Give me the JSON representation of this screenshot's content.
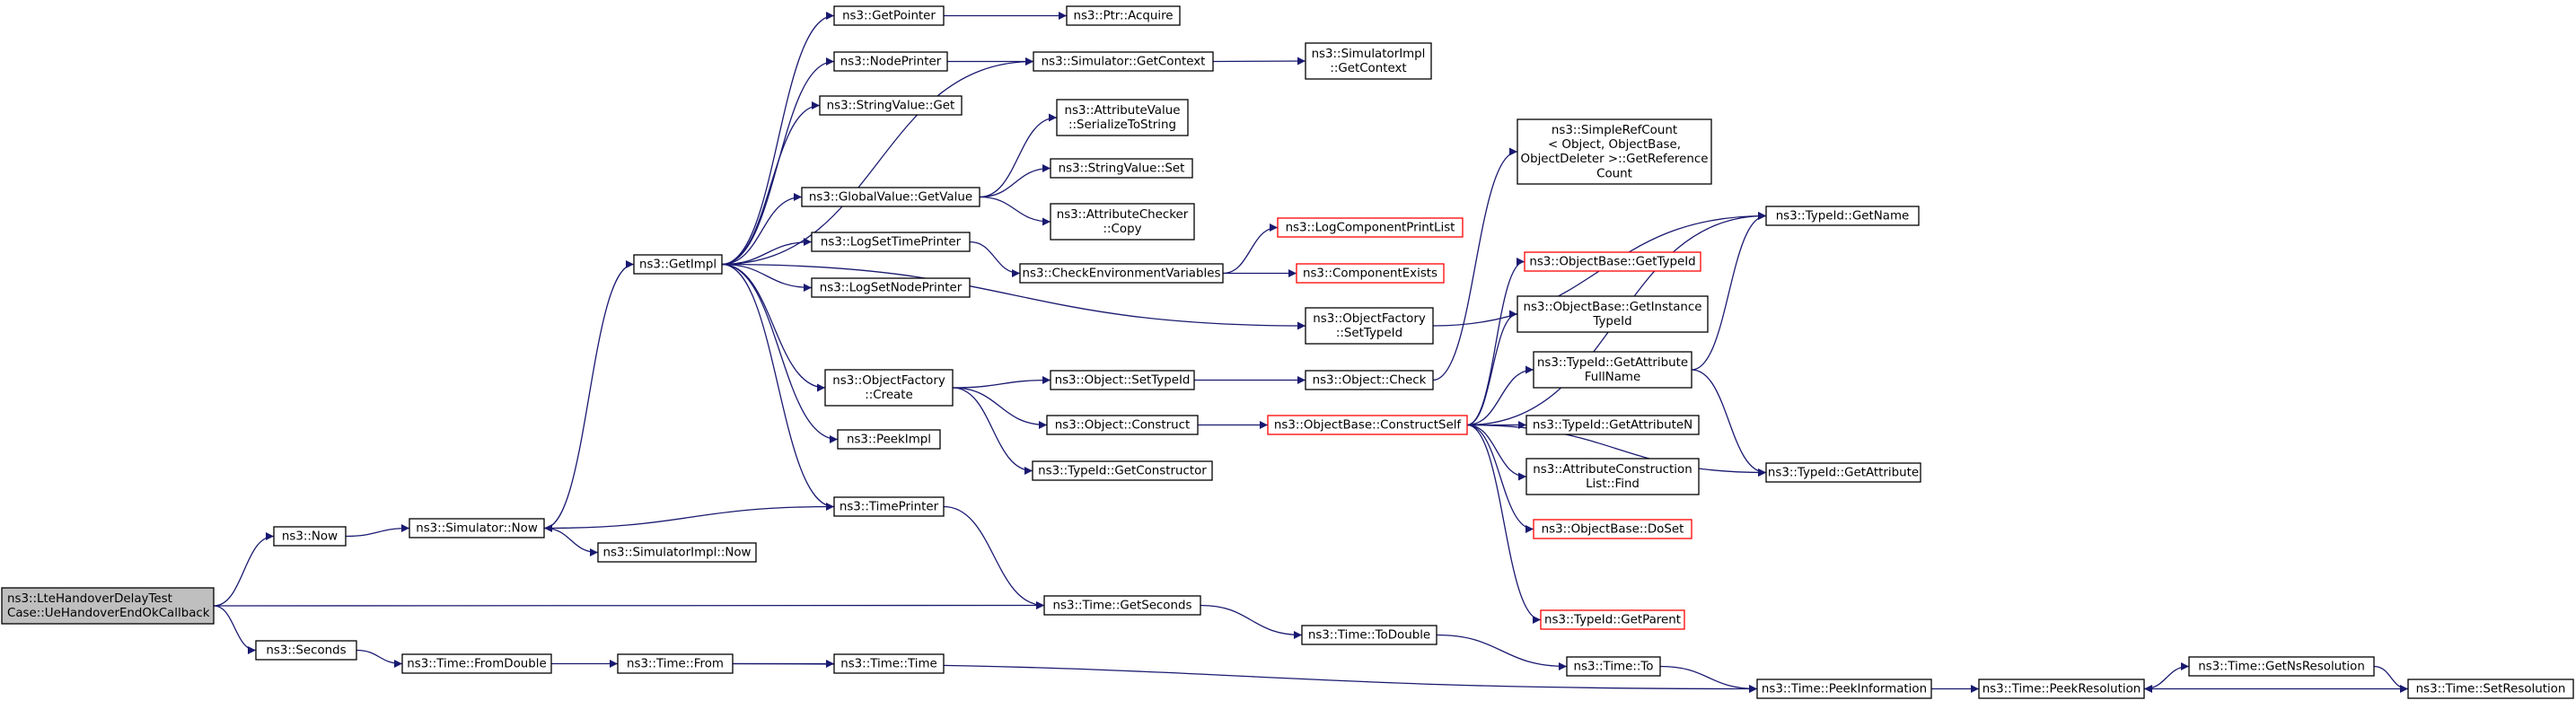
{
  "graph": {
    "edge_color": "#191970",
    "root_fill": "#bfbfbf",
    "missing_border_color": "#ff0000",
    "nodes": [
      {
        "id": "root",
        "lines": [
          "ns3::LteHandoverDelayTest",
          "Case::UeHandoverEndOkCallback"
        ],
        "style": "root"
      },
      {
        "id": "now",
        "lines": [
          "ns3::Now"
        ]
      },
      {
        "id": "simnow",
        "lines": [
          "ns3::Simulator::Now"
        ]
      },
      {
        "id": "getimpl",
        "lines": [
          "ns3::GetImpl"
        ]
      },
      {
        "id": "getpointer",
        "lines": [
          "ns3::GetPointer"
        ]
      },
      {
        "id": "ptracquire",
        "lines": [
          "ns3::Ptr::Acquire"
        ]
      },
      {
        "id": "nodeprinter",
        "lines": [
          "ns3::NodePrinter"
        ]
      },
      {
        "id": "simgetcontext",
        "lines": [
          "ns3::Simulator::GetContext"
        ]
      },
      {
        "id": "simimplgetcontext",
        "lines": [
          "ns3::SimulatorImpl",
          "::GetContext"
        ]
      },
      {
        "id": "stringvalueget",
        "lines": [
          "ns3::StringValue::Get"
        ]
      },
      {
        "id": "attrvalser",
        "lines": [
          "ns3::AttributeValue",
          "::SerializeToString"
        ]
      },
      {
        "id": "stringvalueset",
        "lines": [
          "ns3::StringValue::Set"
        ]
      },
      {
        "id": "globalgetvalue",
        "lines": [
          "ns3::GlobalValue::GetValue"
        ]
      },
      {
        "id": "attrcheckercopy",
        "lines": [
          "ns3::AttributeChecker",
          "::Copy"
        ]
      },
      {
        "id": "logsettimeprinter",
        "lines": [
          "ns3::LogSetTimePrinter"
        ]
      },
      {
        "id": "checkenv",
        "lines": [
          "ns3::CheckEnvironmentVariables"
        ]
      },
      {
        "id": "logcompprintlist",
        "lines": [
          "ns3::LogComponentPrintList"
        ],
        "style": "red"
      },
      {
        "id": "compexists",
        "lines": [
          "ns3::ComponentExists"
        ],
        "style": "red"
      },
      {
        "id": "logsetnodeprinter",
        "lines": [
          "ns3::LogSetNodePrinter"
        ]
      },
      {
        "id": "objfactorysettypeid",
        "lines": [
          "ns3::ObjectFactory",
          "::SetTypeId"
        ]
      },
      {
        "id": "simplerefcount",
        "lines": [
          "ns3::SimpleRefCount",
          "< Object, ObjectBase,",
          "ObjectDeleter >::GetReference",
          "Count"
        ]
      },
      {
        "id": "typeidgetname",
        "lines": [
          "ns3::TypeId::GetName"
        ]
      },
      {
        "id": "objfactorycreate",
        "lines": [
          "ns3::ObjectFactory",
          "::Create"
        ]
      },
      {
        "id": "objectsettypeid",
        "lines": [
          "ns3::Object::SetTypeId"
        ]
      },
      {
        "id": "objectcheck",
        "lines": [
          "ns3::Object::Check"
        ]
      },
      {
        "id": "objectconstruct",
        "lines": [
          "ns3::Object::Construct"
        ]
      },
      {
        "id": "objbaseconstructself",
        "lines": [
          "ns3::ObjectBase::ConstructSelf"
        ],
        "style": "red"
      },
      {
        "id": "objbasegettypeid",
        "lines": [
          "ns3::ObjectBase::GetTypeId"
        ],
        "style": "red"
      },
      {
        "id": "objbasegetinstance",
        "lines": [
          "ns3::ObjectBase::GetInstance",
          "TypeId"
        ]
      },
      {
        "id": "typeidgetattrfull",
        "lines": [
          "ns3::TypeId::GetAttribute",
          "FullName"
        ]
      },
      {
        "id": "typeidgetattrn",
        "lines": [
          "ns3::TypeId::GetAttributeN"
        ]
      },
      {
        "id": "attrconstrfind",
        "lines": [
          "ns3::AttributeConstruction",
          "List::Find"
        ]
      },
      {
        "id": "typeidgetattr",
        "lines": [
          "ns3::TypeId::GetAttribute"
        ]
      },
      {
        "id": "objbasedoset",
        "lines": [
          "ns3::ObjectBase::DoSet"
        ],
        "style": "red"
      },
      {
        "id": "typeidgetparent",
        "lines": [
          "ns3::TypeId::GetParent"
        ],
        "style": "red"
      },
      {
        "id": "peekimpl",
        "lines": [
          "ns3::PeekImpl"
        ]
      },
      {
        "id": "typeidgetconstructor",
        "lines": [
          "ns3::TypeId::GetConstructor"
        ]
      },
      {
        "id": "timeprinter",
        "lines": [
          "ns3::TimePrinter"
        ]
      },
      {
        "id": "simimplnow",
        "lines": [
          "ns3::SimulatorImpl::Now"
        ]
      },
      {
        "id": "timegetseconds",
        "lines": [
          "ns3::Time::GetSeconds"
        ]
      },
      {
        "id": "timetodouble",
        "lines": [
          "ns3::Time::ToDouble"
        ]
      },
      {
        "id": "timeto",
        "lines": [
          "ns3::Time::To"
        ]
      },
      {
        "id": "timepeekinfo",
        "lines": [
          "ns3::Time::PeekInformation"
        ]
      },
      {
        "id": "timepeekres",
        "lines": [
          "ns3::Time::PeekResolution"
        ]
      },
      {
        "id": "timegetnsres",
        "lines": [
          "ns3::Time::GetNsResolution"
        ]
      },
      {
        "id": "timesetres",
        "lines": [
          "ns3::Time::SetResolution"
        ]
      },
      {
        "id": "seconds",
        "lines": [
          "ns3::Seconds"
        ]
      },
      {
        "id": "timefromdouble",
        "lines": [
          "ns3::Time::FromDouble"
        ]
      },
      {
        "id": "timefrom",
        "lines": [
          "ns3::Time::From"
        ]
      },
      {
        "id": "timetime",
        "lines": [
          "ns3::Time::Time"
        ]
      }
    ],
    "edges": [
      [
        "root",
        "now"
      ],
      [
        "root",
        "timegetseconds"
      ],
      [
        "root",
        "seconds"
      ],
      [
        "now",
        "simnow"
      ],
      [
        "simnow",
        "getimpl"
      ],
      [
        "simnow",
        "simimplnow"
      ],
      [
        "getimpl",
        "getpointer"
      ],
      [
        "getimpl",
        "nodeprinter"
      ],
      [
        "getimpl",
        "simgetcontext"
      ],
      [
        "getimpl",
        "stringvalueget"
      ],
      [
        "getimpl",
        "globalgetvalue"
      ],
      [
        "getimpl",
        "logsettimeprinter"
      ],
      [
        "getimpl",
        "logsetnodeprinter"
      ],
      [
        "getimpl",
        "objfactorysettypeid"
      ],
      [
        "getimpl",
        "objfactorycreate"
      ],
      [
        "getimpl",
        "peekimpl"
      ],
      [
        "getimpl",
        "timeprinter"
      ],
      [
        "getpointer",
        "ptracquire"
      ],
      [
        "nodeprinter",
        "simgetcontext"
      ],
      [
        "simgetcontext",
        "simimplgetcontext"
      ],
      [
        "globalgetvalue",
        "attrvalser"
      ],
      [
        "globalgetvalue",
        "stringvalueset"
      ],
      [
        "globalgetvalue",
        "attrcheckercopy"
      ],
      [
        "logsettimeprinter",
        "checkenv"
      ],
      [
        "checkenv",
        "logcompprintlist"
      ],
      [
        "checkenv",
        "compexists"
      ],
      [
        "objfactorysettypeid",
        "typeidgetname"
      ],
      [
        "objfactorycreate",
        "objectsettypeid"
      ],
      [
        "objfactorycreate",
        "objectconstruct"
      ],
      [
        "objfactorycreate",
        "typeidgetconstructor"
      ],
      [
        "objectsettypeid",
        "objectcheck"
      ],
      [
        "objectcheck",
        "simplerefcount"
      ],
      [
        "objectconstruct",
        "objbaseconstructself"
      ],
      [
        "objbaseconstructself",
        "typeidgetname"
      ],
      [
        "objbaseconstructself",
        "objbasegettypeid"
      ],
      [
        "objbaseconstructself",
        "objbasegetinstance"
      ],
      [
        "objbaseconstructself",
        "typeidgetattrfull"
      ],
      [
        "objbaseconstructself",
        "typeidgetattrn"
      ],
      [
        "objbaseconstructself",
        "attrconstrfind"
      ],
      [
        "objbaseconstructself",
        "objbasedoset"
      ],
      [
        "objbaseconstructself",
        "typeidgetattr"
      ],
      [
        "objbaseconstructself",
        "typeidgetparent"
      ],
      [
        "typeidgetattrfull",
        "typeidgetname"
      ],
      [
        "typeidgetattrfull",
        "typeidgetattr"
      ],
      [
        "timeprinter",
        "simnow"
      ],
      [
        "timeprinter",
        "timegetseconds"
      ],
      [
        "timegetseconds",
        "timetodouble"
      ],
      [
        "timetodouble",
        "timeto"
      ],
      [
        "timeto",
        "timepeekinfo"
      ],
      [
        "timepeekinfo",
        "timepeekres"
      ],
      [
        "timepeekres",
        "timegetnsres"
      ],
      [
        "timegetnsres",
        "timesetres"
      ],
      [
        "timesetres",
        "timepeekres"
      ],
      [
        "seconds",
        "timefromdouble"
      ],
      [
        "timefromdouble",
        "timefrom"
      ],
      [
        "timefrom",
        "timetime"
      ],
      [
        "timefrom",
        "timepeekinfo"
      ]
    ]
  }
}
